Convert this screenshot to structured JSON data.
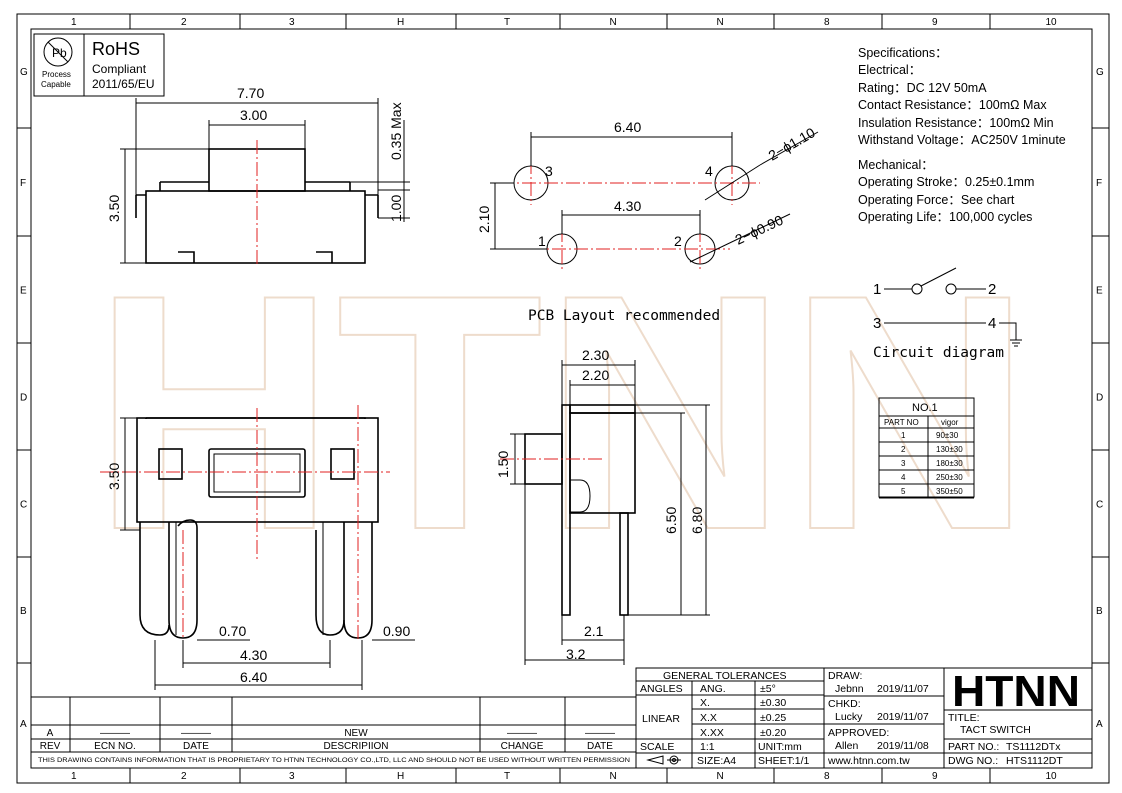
{
  "frame": {
    "cols": [
      "1",
      "2",
      "3",
      "H",
      "T",
      "N",
      "N",
      "8",
      "9",
      "10"
    ],
    "rows": [
      "G",
      "F",
      "E",
      "D",
      "C",
      "B",
      "A"
    ]
  },
  "rohs": {
    "title": "RoHS",
    "line1": "Compliant",
    "line2": "2011/65/EU",
    "badge_symbol": "Pb",
    "badge_line1": "Process",
    "badge_line2": "Capable"
  },
  "watermark": "HTNN",
  "specs": {
    "heading": "Specifications：",
    "lines": [
      "Electrical：",
      "Rating：DC 12V 50mA",
      "Contact Resistance：100mΩ Max",
      "Insulation Resistance：100mΩ Min",
      "Withstand Voltage：AC250V 1minute",
      "",
      "Mechanical：",
      "Operating Stroke：0.25±0.1mm",
      "Operating Force：See chart",
      "Operating Life：100,000 cycles"
    ]
  },
  "top_view": {
    "dims": [
      "7.70",
      "3.00",
      "0.35 Max",
      "3.50",
      "1.00"
    ]
  },
  "pcb": {
    "label": "PCB Layout recommended",
    "dims": [
      "6.40",
      "2−ϕ1.10",
      "4.30",
      "2−ϕ0.90",
      "2.10"
    ],
    "pins": [
      "1",
      "2",
      "3",
      "4"
    ]
  },
  "circuit": {
    "label": "Circuit diagram",
    "pins": [
      "1",
      "2",
      "3",
      "4"
    ]
  },
  "force_table": {
    "title": "NO.1",
    "headers": [
      "PART  NO",
      "vigor"
    ],
    "rows": [
      [
        "1",
        "90±30"
      ],
      [
        "2",
        "130±30"
      ],
      [
        "3",
        "180±30"
      ],
      [
        "4",
        "250±30"
      ],
      [
        "5",
        "350±50"
      ]
    ]
  },
  "front_view": {
    "dims": [
      "3.50",
      "0.70",
      "4.30",
      "6.40",
      "0.90"
    ]
  },
  "side_view": {
    "dims": [
      "2.30",
      "2.20",
      "1.50",
      "6.50",
      "6.80",
      "2.1",
      "3.2"
    ]
  },
  "title_block": {
    "tol_title": "GENERAL TOLERANCES",
    "angles_label": "ANGLES",
    "ang_label": "ANG.",
    "ang_val": "±5°",
    "linear_label": "LINEAR",
    "x1": "X.",
    "x1v": "±0.30",
    "x2": "X.X",
    "x2v": "±0.25",
    "x3": "X.XX",
    "x3v": "±0.20",
    "scale_label": "SCALE",
    "scale_val": "1:1",
    "unit": "UNIT:mm",
    "size": "SIZE:A4",
    "sheet": "SHEET:1/1",
    "draw_label": "DRAW:",
    "draw_name": "Jebnn",
    "draw_date": "2019/11/07",
    "chkd_label": "CHKD:",
    "chkd_name": "Lucky",
    "chkd_date": "2019/11/07",
    "appr_label": "APPROVED:",
    "appr_name": "Allen",
    "appr_date": "2019/11/08",
    "website": "www.htnn.com.tw",
    "logo": "HTNN",
    "title_label": "TITLE:",
    "title_val": "TACT SWITCH",
    "part_label": "PART NO.:",
    "part_val": "TS1112DTx",
    "dwg_label": "DWG  NO.:",
    "dwg_val": "HTS1112DT"
  },
  "rev_table": {
    "headers": [
      "REV",
      "ECN NO.",
      "DATE",
      "DESCRIPIION",
      "CHANGE",
      "DATE"
    ],
    "row": [
      "A",
      "———",
      "———",
      "NEW",
      "———",
      "———"
    ],
    "notice": "THIS DRAWING CONTAINS INFORMATION THAT IS PROPRIETARY TO HTNN TECHNOLOGY CO.,LTD, LLC AND SHOULD NOT BE USED WITHOUT WRITTEN PERMISSION"
  }
}
